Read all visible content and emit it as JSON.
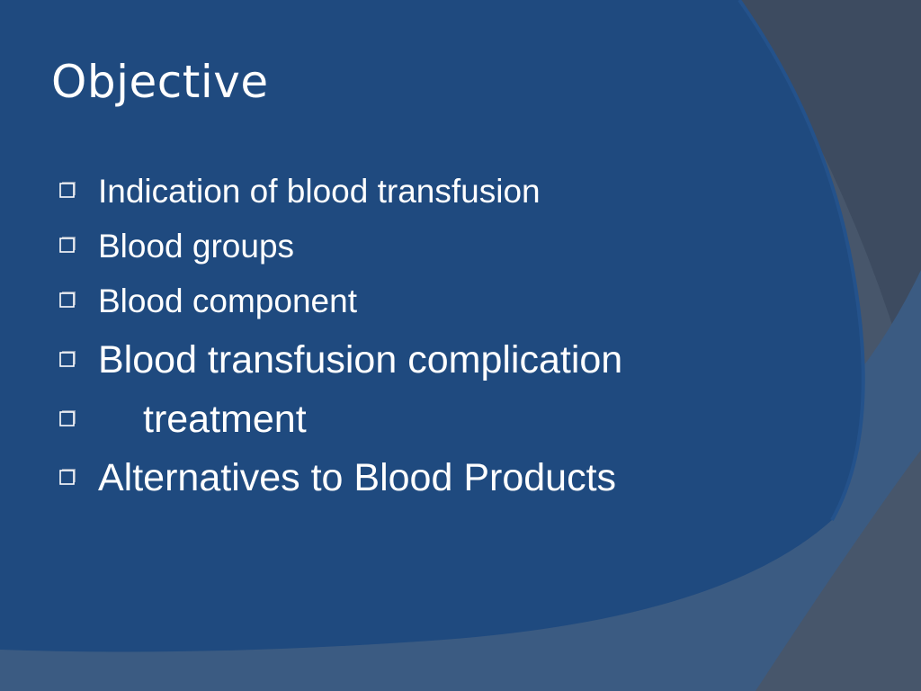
{
  "slide": {
    "title": "Objective",
    "bullets": [
      {
        "text": "Indication of blood transfusion",
        "icon": "checkbox-bullet-icon"
      },
      {
        "text": "Blood groups",
        "icon": "checkbox-bullet-icon"
      },
      {
        "text": "Blood component",
        "icon": "checkbox-bullet-icon"
      },
      {
        "text": "Blood transfusion complication",
        "icon": "checkbox-bullet-icon"
      },
      {
        "text": "treatment",
        "icon": "checkbox-bullet-icon"
      },
      {
        "text": "Alternatives to Blood Products",
        "icon": "checkbox-bullet-icon"
      }
    ]
  },
  "colors": {
    "panel_blue": "#1f4a7f",
    "background_slate": "#47566b",
    "band_mid": "#3b5b82",
    "text": "#ffffff"
  }
}
